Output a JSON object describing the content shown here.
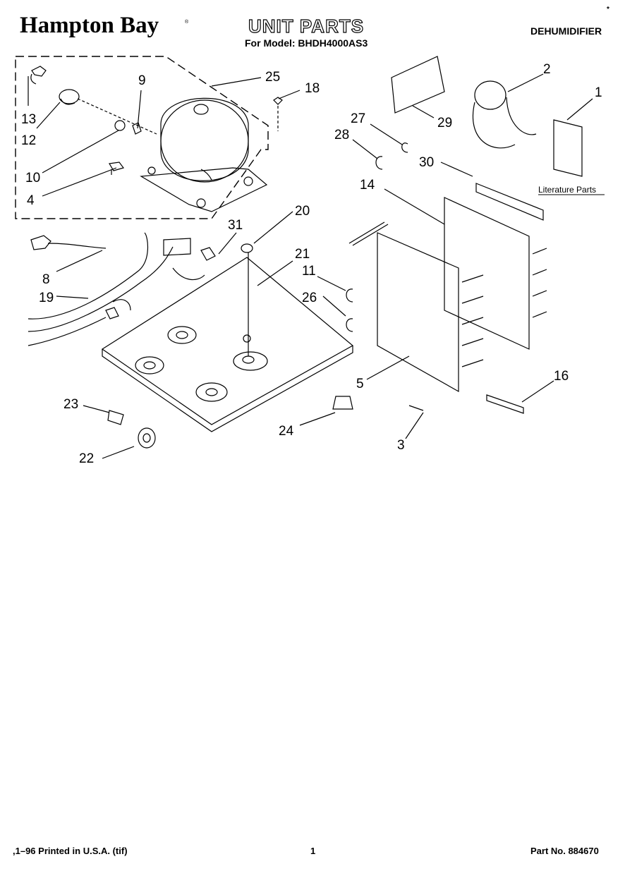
{
  "header": {
    "brand": "Hampton Bay",
    "brand_mark": "®",
    "title": "UNIT PARTS",
    "model_line": "For Model: BHDH4000AS3",
    "product": "DEHUMIDIFIER",
    "corner_mark": "*"
  },
  "diagram": {
    "literature_label": "Literature Parts",
    "callouts": [
      "1",
      "2",
      "3",
      "4",
      "5",
      "8",
      "9",
      "10",
      "11",
      "12",
      "13",
      "14",
      "16",
      "18",
      "19",
      "20",
      "21",
      "22",
      "23",
      "24",
      "25",
      "26",
      "27",
      "28",
      "29",
      "30",
      "31"
    ]
  },
  "footer": {
    "left": ",1–96 Printed in U.S.A. (tif)",
    "page": "1",
    "part_no": "Part No. 884670"
  }
}
